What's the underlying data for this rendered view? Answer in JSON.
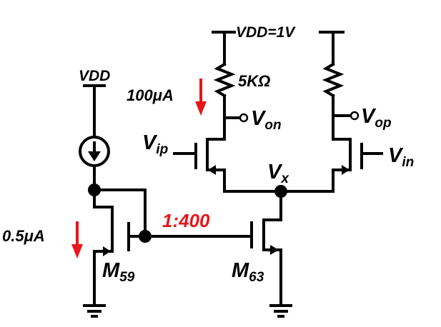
{
  "labels": {
    "vdd_left": "VDD",
    "vdd_top": "VDD=1V",
    "resistor": "5KΩ",
    "current_top": "100μA",
    "current_bottom": "0.5μA",
    "ratio": "1:400",
    "von_main": "V",
    "von_sub": "on",
    "vop_main": "V",
    "vop_sub": "op",
    "vip_main": "V",
    "vip_sub": "ip",
    "vin_main": "V",
    "vin_sub": "in",
    "vx_main": "V",
    "vx_sub": "x",
    "m59_main": "M",
    "m59_sub": "59",
    "m63_main": "M",
    "m63_sub": "63"
  },
  "colors": {
    "wire": "#000000",
    "accent": "#e8171b"
  }
}
